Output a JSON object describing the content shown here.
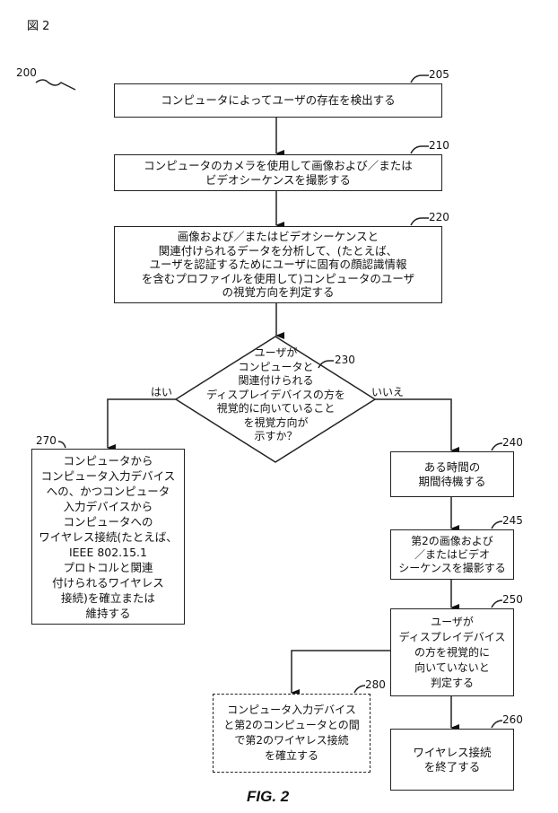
{
  "figure_label": "図 2",
  "figure_ref": "200",
  "caption": "FIG. 2",
  "steps": {
    "s205": {
      "ref": "205",
      "text": "コンピュータによってユーザの存在を検出する"
    },
    "s210": {
      "ref": "210",
      "text": "コンピュータのカメラを使用して画像および／または\nビデオシーケンスを撮影する"
    },
    "s220": {
      "ref": "220",
      "text": "画像および／またはビデオシーケンスと\n関連付けられるデータを分析して、(たとえば、\nユーザを認証するためにユーザに固有の顔認識情報\nを含むプロファイルを使用して)コンピュータのユーザ\nの視覚方向を判定する"
    },
    "s230": {
      "ref": "230",
      "text": "ユーザが\nコンピュータと\n関連付けられる\nディスプレイデバイスの方を\n視覚的に向いていること\nを視覚方向が\n示すか？",
      "yes": "はい",
      "no": "いいえ"
    },
    "s240": {
      "ref": "240",
      "text": "ある時間の\n期間待機する"
    },
    "s245": {
      "ref": "245",
      "text": "第2の画像および\n／またはビデオ\nシーケンスを撮影する"
    },
    "s250": {
      "ref": "250",
      "text": "ユーザが\nディスプレイデバイス\nの方を視覚的に\n向いていないと\n判定する"
    },
    "s260": {
      "ref": "260",
      "text": "ワイヤレス接続\nを終了する"
    },
    "s270": {
      "ref": "270",
      "text": "コンピュータから\nコンピュータ入力デバイス\nへの、かつコンピュータ\n入力デバイスから\nコンピュータへの\nワイヤレス接続(たとえば、\nIEEE 802.15.1\nプロトコルと関連\n付けられるワイヤレス\n接続)を確立または\n維持する"
    },
    "s280": {
      "ref": "280",
      "text": "コンピュータ入力デバイス\nと第2のコンピュータとの間\nで第2のワイヤレス接続\nを確立する"
    }
  }
}
